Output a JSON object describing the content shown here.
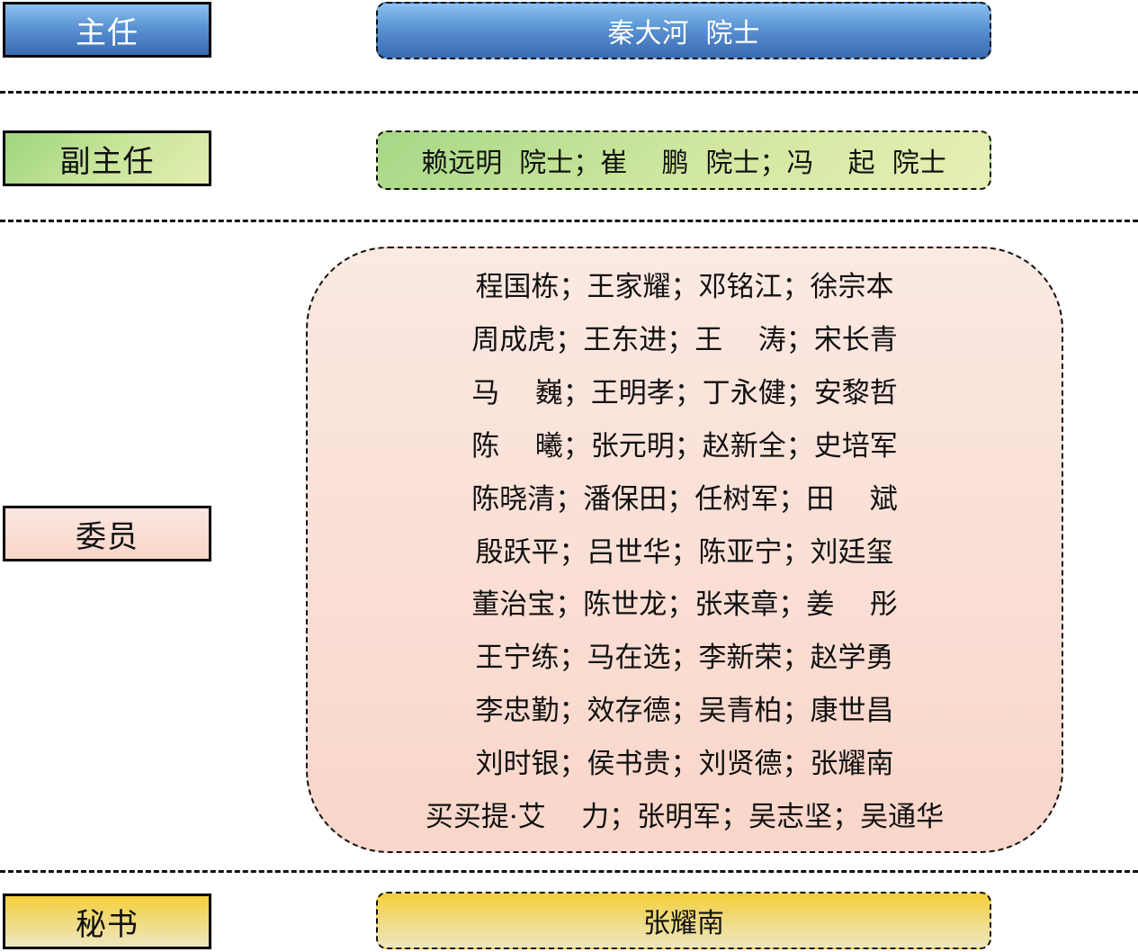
{
  "sections": {
    "director": {
      "label": "主任",
      "members": "秦大河  院士",
      "color": "#4a7fc4"
    },
    "deputy_director": {
      "label": "副主任",
      "members": "赖远明  院士；崔    鹏  院士；冯    起  院士",
      "color": "#c8e59a"
    },
    "committee_members": {
      "label": "委员",
      "color": "#f9d6c9",
      "rows": [
        "程国栋；王家耀；邓铭江；徐宗本",
        "周成虎；王东进；王    涛；宋长青",
        "马    巍；王明孝；丁永健；安黎哲",
        "陈    曦；张元明；赵新全；史培军",
        "陈晓清；潘保田；任树军；田    斌",
        "殷跃平；吕世华；陈亚宁；刘廷玺",
        "董治宝；陈世龙；张来章；姜    彤",
        "王宁练；马在选；李新荣；赵学勇",
        "李忠勤；效存德；吴青柏；康世昌",
        "刘时银；侯书贵；刘贤德；张耀南",
        "买买提·艾    力；张明军；吴志坚；吴通华"
      ]
    },
    "secretary": {
      "label": "秘书",
      "members": "张耀南",
      "color": "#f2d766"
    }
  }
}
